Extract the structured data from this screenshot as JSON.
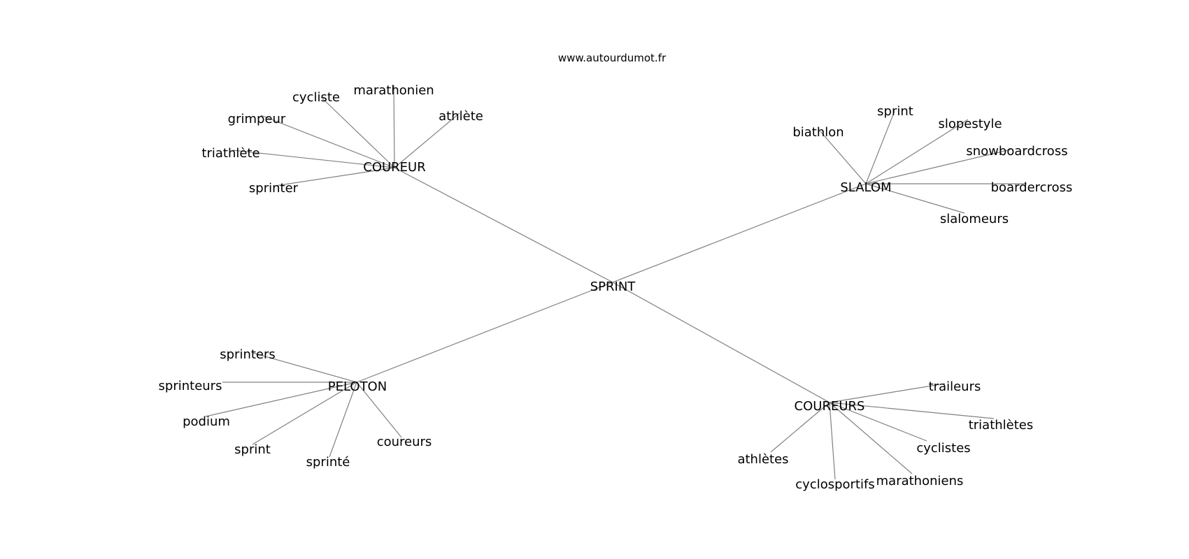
{
  "header": {
    "site": "www.autourdumot.fr"
  },
  "graph": {
    "center": "SPRINT",
    "clusters": [
      {
        "hub": "COUREUR",
        "leaves": [
          "cycliste",
          "marathonien",
          "athlète",
          "grimpeur",
          "triathlète",
          "sprinter"
        ]
      },
      {
        "hub": "SLALOM",
        "leaves": [
          "biathlon",
          "sprint",
          "slopestyle",
          "snowboardcross",
          "boardercross",
          "slalomeurs"
        ]
      },
      {
        "hub": "PELOTON",
        "leaves": [
          "sprinters",
          "sprinteurs",
          "podium",
          "sprint",
          "sprinté",
          "coureurs"
        ]
      },
      {
        "hub": "COUREURS",
        "leaves": [
          "traileurs",
          "triathlètes",
          "cyclistes",
          "athlètes",
          "cyclosportifs",
          "marathoniens"
        ]
      }
    ]
  },
  "colors": {
    "edge": "#808080",
    "text": "#000000",
    "background": "#ffffff"
  }
}
